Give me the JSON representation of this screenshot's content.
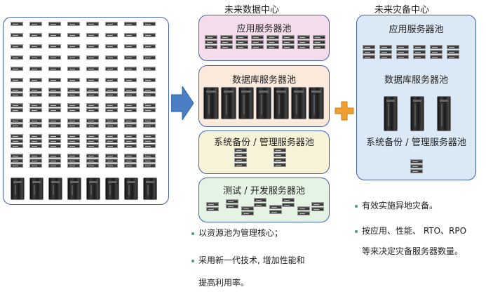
{
  "labels": {
    "future_dc": "未来数据中心",
    "future_dr": "未来灾备中心"
  },
  "dc_pools": {
    "app": "应用服务器池",
    "db": "数据库服务器池",
    "backup": "系统备份 / 管理服务器池",
    "test": "测试 / 开发服务器池"
  },
  "dr_pools": {
    "app": "应用服务器池",
    "db": "数据库服务器池",
    "backup": "系统备份 / 管理服务器池"
  },
  "dc_bullets": [
    "以资源池为管理核心；",
    "采用新一代技术, 增加性能和",
    "提高利用率。"
  ],
  "dr_bullets": [
    "有效实施异地灾备。",
    "按应用、性能、 RTO、RPO",
    "等来决定灾备服务器数量。"
  ],
  "colors": {
    "panel_border": "#3f5fb0",
    "pink": "#f5dcec",
    "peach": "#fbeadb",
    "yellow": "#f7f3d8",
    "mint": "#e4f3e4",
    "dr_blue": "#dbe9f7",
    "arrow_blue": "#4a7fc6",
    "plus_orange": "#f0a030"
  }
}
